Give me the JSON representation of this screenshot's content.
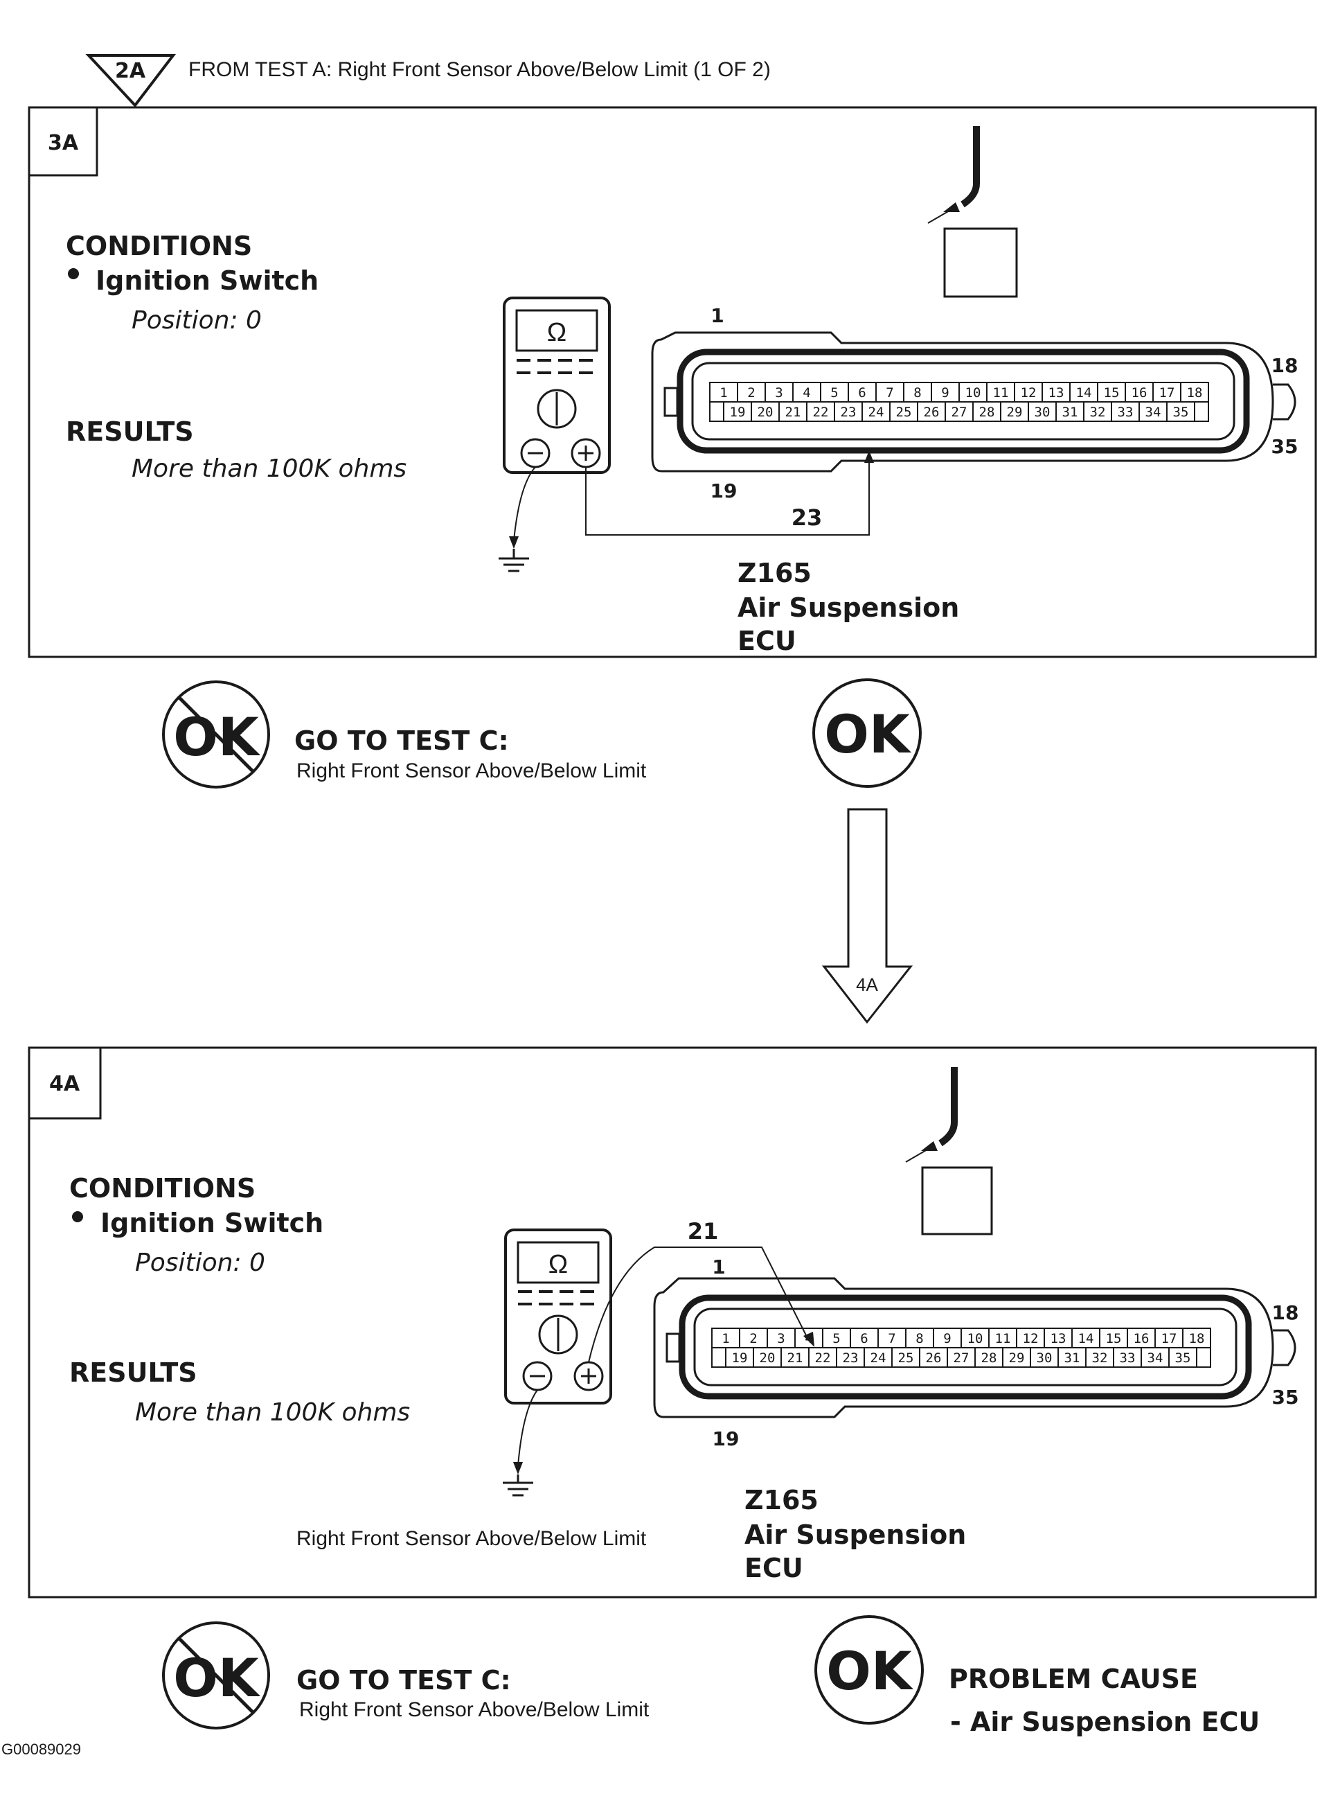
{
  "header": {
    "ref_label": "2A",
    "title": "FROM TEST A:  Right Front Sensor Above/Below Limit  (1 OF 2)"
  },
  "step_3a": {
    "label": "3A",
    "conditions_heading": "CONDITIONS",
    "condition_item": "Ignition Switch",
    "position_text": "Position: 0",
    "results_heading": "RESULTS",
    "results_text": "More than 100K ohms",
    "meter_symbol": "Ω",
    "pin_label": "23",
    "connector_label_1": "1",
    "connector_label_18": "18",
    "connector_label_19": "19",
    "connector_label_35": "35",
    "component_id": "Z165",
    "component_name_1": "Air Suspension",
    "component_name_2": "ECU",
    "not_ok_symbol": "OK",
    "not_ok_action": "GO TO TEST C:",
    "not_ok_detail": "Right Front Sensor Above/Below Limit",
    "ok_symbol": "OK",
    "ok_goto": "4A"
  },
  "step_4a": {
    "label": "4A",
    "conditions_heading": "CONDITIONS",
    "condition_item": "Ignition Switch",
    "position_text": "Position: 0",
    "results_heading": "RESULTS",
    "results_text": "More than 100K ohms",
    "meter_symbol": "Ω",
    "pin_label": "21",
    "connector_label_1": "1",
    "connector_label_18": "18",
    "connector_label_19": "19",
    "connector_label_35": "35",
    "component_id": "Z165",
    "component_name_1": "Air Suspension",
    "component_name_2": "ECU",
    "extra_note": "Right Front Sensor Above/Below Limit",
    "not_ok_symbol": "OK",
    "not_ok_action": "GO TO TEST C:",
    "not_ok_detail": "Right Front Sensor Above/Below Limit",
    "ok_symbol": "OK",
    "ok_heading": "PROBLEM CAUSE",
    "ok_detail": "- Air Suspension ECU"
  },
  "connector_pins": {
    "top": [
      "1",
      "2",
      "3",
      "4",
      "5",
      "6",
      "7",
      "8",
      "9",
      "10",
      "11",
      "12",
      "13",
      "14",
      "15",
      "16",
      "17",
      "18"
    ],
    "bottom": [
      "19",
      "20",
      "21",
      "22",
      "23",
      "24",
      "25",
      "26",
      "27",
      "28",
      "29",
      "30",
      "31",
      "32",
      "33",
      "34",
      "35"
    ]
  },
  "footer": {
    "figure_id": "G00089029"
  },
  "colors": {
    "ink": "#1a1a1a",
    "paper": "#ffffff"
  }
}
